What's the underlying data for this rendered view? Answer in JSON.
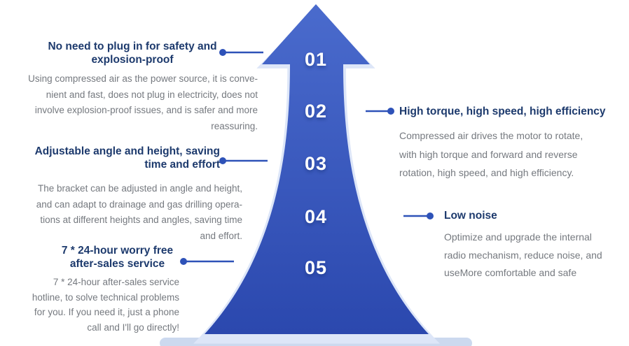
{
  "steps": [
    "01",
    "02",
    "03",
    "04",
    "05"
  ],
  "features": {
    "left": [
      {
        "title": "No need to plug in for safety and\nexplosion-proof",
        "body": "Using compressed air as the power source, it is conve-\nnient and fast, does not plug in electricity, does not\ninvolve explosion-proof issues, and is safer and more\nreassuring."
      },
      {
        "title": "Adjustable angle and height, saving\ntime and effort",
        "body": "The bracket can be adjusted in angle and height,\nand can adapt to drainage and gas drilling opera-\ntions at different heights and angles, saving time\nand effort."
      },
      {
        "title": "7 * 24-hour worry free\nafter-sales service",
        "body": "7 * 24-hour after-sales service\nhotline, to solve technical problems\nfor you. If you need it, just a phone\ncall and I'll go directly!"
      }
    ],
    "right": [
      {
        "title": "High torque, high speed, high efficiency",
        "body": "Compressed air drives the motor to rotate,\nwith high torque and forward and reverse\nrotation, high speed, and high efficiency."
      },
      {
        "title": "Low noise",
        "body": "Optimize and upgrade the internal\nradio mechanism, reduce noise, and\nuseMore comfortable and safe"
      }
    ]
  },
  "colors": {
    "arrow_gradient_top": "#4a6bcd",
    "arrow_gradient_bottom": "#2b48ae",
    "arrow_echo": "#dde6f8",
    "base_bar": "#ccd9ef",
    "connector": "#2e52b8",
    "title_text": "#1d3a6d",
    "body_text": "#75797f",
    "step_text": "#ffffff"
  }
}
